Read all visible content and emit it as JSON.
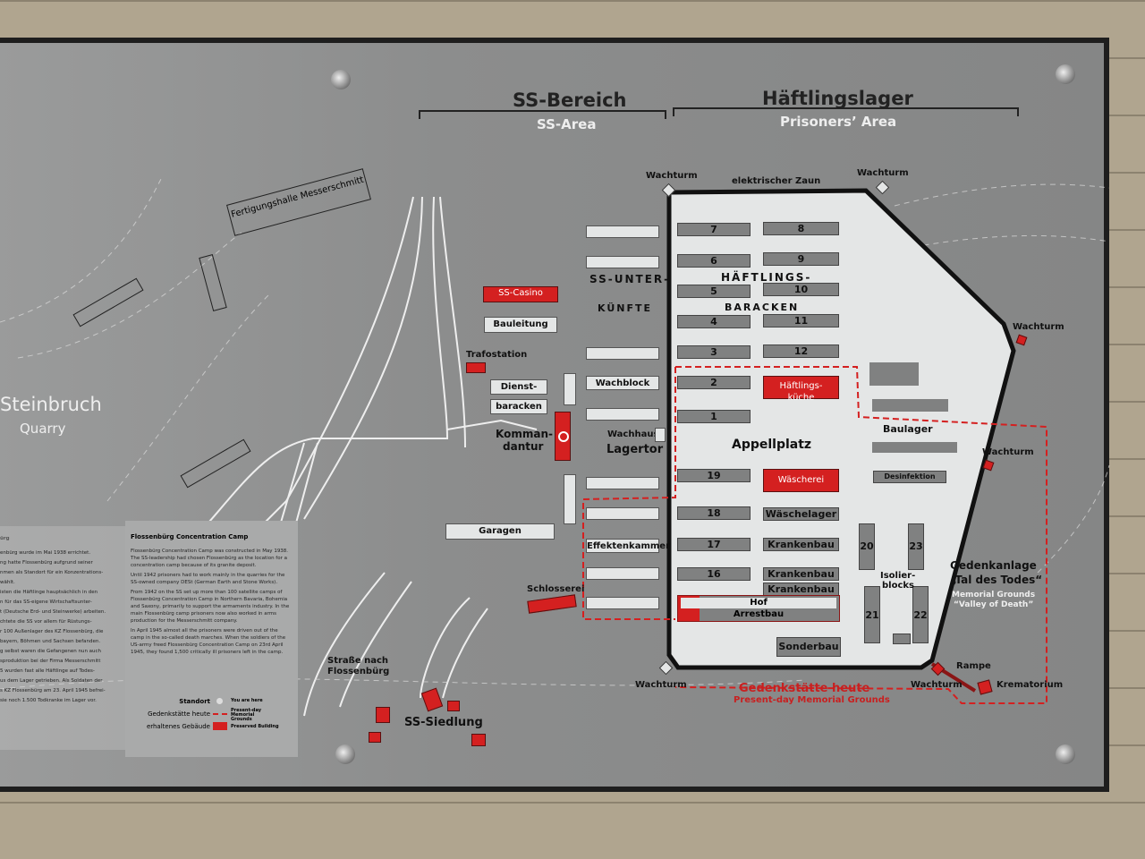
{
  "headings": {
    "ss_area_de": "SS-Bereich",
    "ss_area_en": "SS-Area",
    "prisoners_de": "Häftlingslager",
    "prisoners_en": "Prisoners’ Area"
  },
  "quarry": {
    "de": "Steinbruch",
    "en": "Quarry"
  },
  "fertigungshalle": "Fertigungshalle Messerschmitt",
  "ss_buildings": {
    "casino": "SS-Casino",
    "bauleitung": "Bauleitung",
    "trafostation": "Trafostation",
    "dienst1": "Dienst-",
    "dienst2": "baracken",
    "kommandantur1": "Komman-",
    "kommandantur2": "dantur",
    "garagen": "Garagen",
    "schlosserei": "Schlosserei",
    "wachblock": "Wachblock",
    "effektenkammer": "Effektenkammer",
    "ss_unter": "SS-UNTER-",
    "kuenfte": "KÜNFTE",
    "wachhaus": "Wachhaus",
    "lagertor": "Lagertor",
    "strasse1": "Straße nach",
    "strasse2": "Flossenbürg",
    "siedlung": "SS-Siedlung"
  },
  "camp": {
    "wachturm": "Wachturm",
    "zaun": "elektrischer Zaun",
    "haeftlings": "HÄFTLINGS-",
    "baracken": "BARACKEN",
    "appellplatz": "Appellplatz",
    "left_barracks": [
      "7",
      "6",
      "5",
      "4",
      "3",
      "2",
      "1",
      "19",
      "18",
      "17",
      "16"
    ],
    "right_barracks": [
      "8",
      "9",
      "10",
      "11",
      "12"
    ],
    "kueche": "Häftlings-küche",
    "waescherei": "Wäscherei",
    "waeschelager": "Wäschelager",
    "krankenbau": "Krankenbau",
    "hof": "Hof",
    "arrestbau": "Arrestbau",
    "sonderbau": "Sonderbau",
    "baulager": "Baulager",
    "desinfektion": "Desinfektion",
    "isolier1": "Isolier-",
    "isolier2": "blocks",
    "b20": "20",
    "b21": "21",
    "b22": "22",
    "b23": "23",
    "rampe": "Rampe",
    "krematorium": "Krematorium"
  },
  "memorial": {
    "de": "Gedenkstätte heute",
    "en": "Present-day Memorial Grounds",
    "tal_de1": "Gedenkanlage",
    "tal_de2": "„Tal des Todes“",
    "tal_en1": "Memorial Grounds",
    "tal_en2": "“Valley of Death”"
  },
  "info": {
    "title_de": "ürg",
    "title_en": "Flossenbürg Concentration Camp",
    "de": [
      "enbürg wurde im Mai 1938 errichtet.",
      "ng hatte Flossenbürg aufgrund seiner",
      "nmen als Standort für ein Konzentrations-",
      "wählt.",
      "isten die Häftlinge hauptsächlich in den",
      "n für das SS-eigene Wirtschaftsunter-",
      "t (Deutsche Erd- und Steinwerke) arbeiten.",
      "chtete die SS vor allem für Rüstungs-",
      "r 100 Außenlager des KZ Flossenbürg, die",
      "bayern, Böhmen und Sachsen befanden.",
      "g selbst waren die Gefangenen nun auch",
      "sproduktion bei der Firma Messerschmitt",
      "5 wurden fast alle Häftlinge auf Todes-",
      "us dem Lager getrieben. Als Soldaten der",
      "s KZ Flossenbürg am 23. April 1945 befrei-",
      "sie noch 1.500 Todkranke im Lager vor."
    ],
    "en": [
      "Flossenbürg Concentration Camp was constructed in May 1938. The SS-leadership had chosen Flossenbürg as the location for a concentration camp because of its granite deposit.",
      "Until 1942 prisoners had to work mainly in the quarries for the SS-owned company DESt (German Earth and Stone Works).",
      "From 1942 on the SS set up more than 100 satellite camps of Flossenbürg Concentration Camp in Northern Bavaria, Bohemia and Saxony, primarily to support the armaments industry. In the main Flossenbürg camp prisoners now also worked in arms production for the Messerschmitt company.",
      "In April 1945 almost all the prisoners were driven out of the camp in the so-called death marches. When the soldiers of the US-army freed Flossenbürg Concentration Camp on 23rd April 1945, they found 1,500 critically ill prisoners left in the camp."
    ]
  },
  "legend": {
    "standort": "Standort",
    "standort_en": "You are here",
    "gedenk": "Gedenkstätte heute",
    "gedenk_en": "Present-day Memorial Grounds",
    "gebaeude": "erhaltenes Gebäude",
    "gebaeude_en": "Preserved Building"
  },
  "colors": {
    "red": "#d42020",
    "board": "#8c8d8d",
    "camp": "#e4e6e6"
  }
}
